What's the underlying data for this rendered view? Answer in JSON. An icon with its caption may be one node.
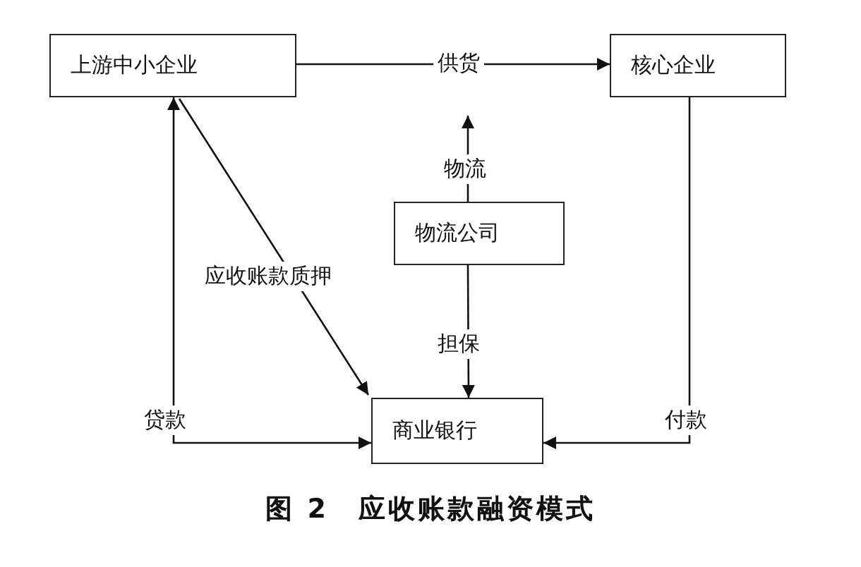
{
  "diagram": {
    "caption": "图 2　应收账款融资模式",
    "nodes": [
      {
        "text": [
          "上游中小企业"
        ]
      },
      {
        "text": [
          "核心企业"
        ]
      },
      {
        "text": [
          "物流公司"
        ]
      },
      {
        "text": [
          "商业银行"
        ]
      }
    ],
    "edges": [
      {
        "from": 0,
        "to": 1,
        "arrow": "to",
        "label": "供货"
      },
      {
        "from": 2,
        "to": null,
        "arrow": "to",
        "label": "物流"
      },
      {
        "from": 2,
        "to": 3,
        "arrow": "to",
        "label": "担保"
      },
      {
        "from": 3,
        "to": 0,
        "arrow": "both",
        "label": "贷款"
      },
      {
        "from": 1,
        "to": 3,
        "arrow": "to",
        "label": "付款"
      },
      {
        "from": 0,
        "to": 3,
        "arrow": "to",
        "label": "应收账款质押"
      }
    ]
  }
}
